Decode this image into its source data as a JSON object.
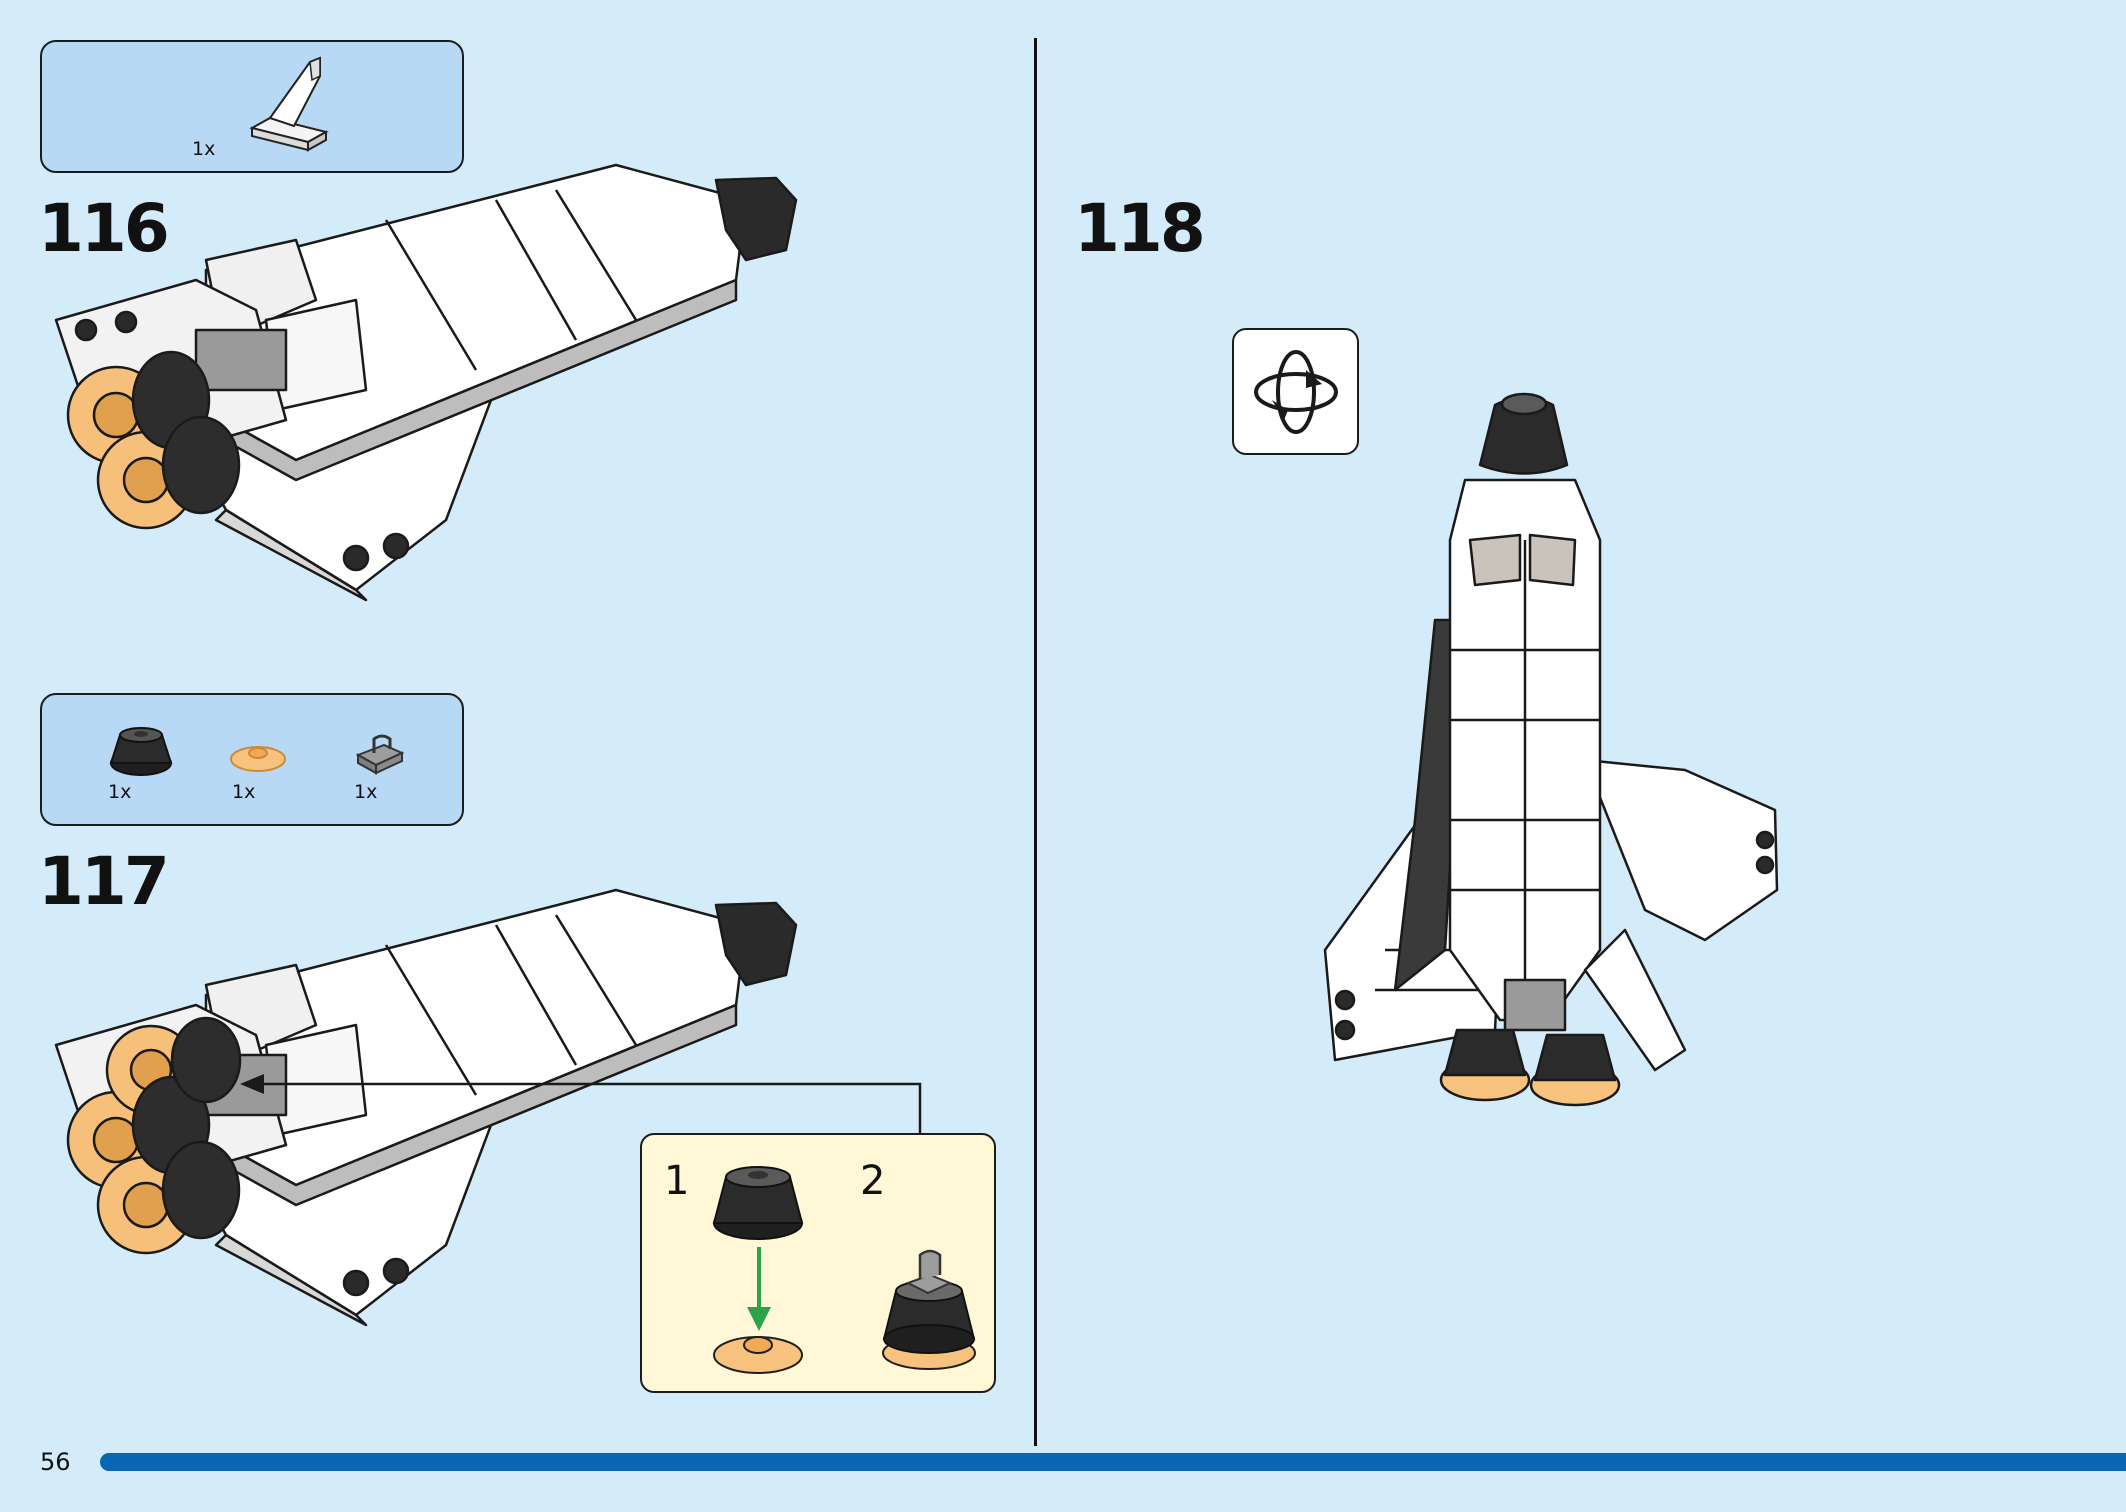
{
  "page_number": "56",
  "steps": [
    {
      "number": "116",
      "parts": [
        {
          "name": "wedge-plate",
          "qty": "1x"
        }
      ]
    },
    {
      "number": "117",
      "parts": [
        {
          "name": "black-cone",
          "qty": "1x"
        },
        {
          "name": "trans-orange-dish",
          "qty": "1x"
        },
        {
          "name": "grey-clip-plate",
          "qty": "1x"
        }
      ]
    },
    {
      "number": "118"
    }
  ],
  "callout": {
    "sub_steps": [
      "1",
      "2"
    ]
  },
  "icons": {
    "rotate": "rotate-model-icon",
    "arrow": "green-down-arrow-icon"
  },
  "colors": {
    "background": "#d4ebf9",
    "parts_box": "#b7d9f5",
    "callout": "#fff7d6",
    "progress_bar": "#0866b2",
    "arrow": "#2aa34a"
  }
}
